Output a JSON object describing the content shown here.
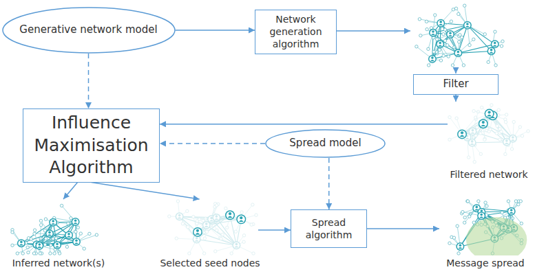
{
  "diagram": {
    "nodes": [
      {
        "text": [
          "Generative network model"
        ]
      },
      {
        "text": [
          "Network generation algorithm"
        ]
      },
      {
        "text": [
          "Filter"
        ]
      },
      {
        "text": [
          "Filtered network"
        ]
      },
      {
        "text": [
          "Influence Maximisation Algorithm"
        ]
      },
      {
        "text": [
          "Spread model"
        ]
      },
      {
        "text": [
          "Inferred network(s)"
        ]
      },
      {
        "text": [
          "Selected seed nodes"
        ]
      },
      {
        "text": [
          "Spread algorithm"
        ]
      },
      {
        "text": [
          "Message spread"
        ]
      }
    ],
    "edges": [
      {
        "from": 0,
        "to": 1,
        "arrow": "to"
      },
      {
        "from": 2,
        "to": 3,
        "arrow": "to"
      },
      {
        "from": 3,
        "to": 4,
        "arrow": "to"
      },
      {
        "from": 0,
        "to": 4,
        "arrow": "to"
      },
      {
        "from": 5,
        "to": 4,
        "arrow": "to"
      },
      {
        "from": 4,
        "to": 6,
        "arrow": "to"
      },
      {
        "from": 4,
        "to": 7,
        "arrow": "to"
      },
      {
        "from": 7,
        "to": 8,
        "arrow": "to"
      },
      {
        "from": 5,
        "to": 8,
        "arrow": "to"
      },
      {
        "from": 8,
        "to": 9,
        "arrow": "to"
      }
    ]
  }
}
